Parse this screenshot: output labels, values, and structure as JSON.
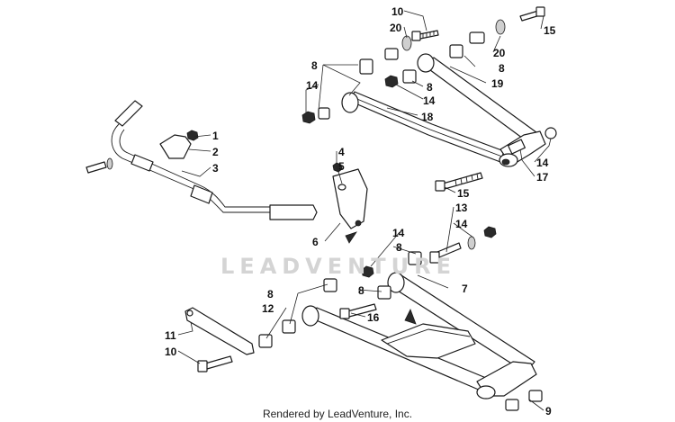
{
  "diagram": {
    "watermark": "LEADVENTURE",
    "credit": "Rendered by LeadVenture, Inc.",
    "callouts": [
      {
        "id": "c10a",
        "text": "10"
      },
      {
        "id": "c20a",
        "text": "20"
      },
      {
        "id": "c15a",
        "text": "15"
      },
      {
        "id": "c20b",
        "text": "20"
      },
      {
        "id": "c8a",
        "text": "8"
      },
      {
        "id": "c8b",
        "text": "8"
      },
      {
        "id": "c14a",
        "text": "14"
      },
      {
        "id": "c8c",
        "text": "8"
      },
      {
        "id": "c19",
        "text": "19"
      },
      {
        "id": "c14b",
        "text": "14"
      },
      {
        "id": "c18",
        "text": "18"
      },
      {
        "id": "c1",
        "text": "1"
      },
      {
        "id": "c2",
        "text": "2"
      },
      {
        "id": "c3",
        "text": "3"
      },
      {
        "id": "c4",
        "text": "4"
      },
      {
        "id": "c5",
        "text": "5"
      },
      {
        "id": "c14c",
        "text": "14"
      },
      {
        "id": "c17",
        "text": "17"
      },
      {
        "id": "c15b",
        "text": "15"
      },
      {
        "id": "c13",
        "text": "13"
      },
      {
        "id": "c14d",
        "text": "14"
      },
      {
        "id": "c6",
        "text": "6"
      },
      {
        "id": "c14e",
        "text": "14"
      },
      {
        "id": "c8d",
        "text": "8"
      },
      {
        "id": "c8e",
        "text": "8"
      },
      {
        "id": "c7",
        "text": "7"
      },
      {
        "id": "c8f",
        "text": "8"
      },
      {
        "id": "c12",
        "text": "12"
      },
      {
        "id": "c16",
        "text": "16"
      },
      {
        "id": "c11",
        "text": "11"
      },
      {
        "id": "c10b",
        "text": "10"
      },
      {
        "id": "c9",
        "text": "9"
      }
    ]
  }
}
